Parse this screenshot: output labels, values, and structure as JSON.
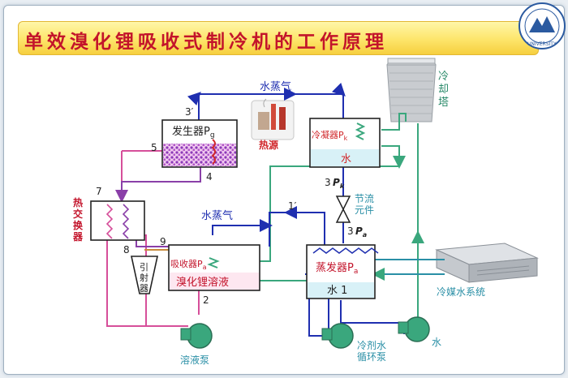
{
  "title": "单效溴化锂吸收式制冷机的工作原理",
  "labels": {
    "vapor_top": "水蒸气",
    "vapor_mid": "水蒸气",
    "generator": "发生器P",
    "generator_sub": "g",
    "condenser": "冷凝器P",
    "condenser_sub": "k",
    "condenser_water": "水",
    "heat_source": "热源",
    "cooling_tower": [
      "冷",
      "却",
      "塔"
    ],
    "throttle": [
      "节流",
      "元件"
    ],
    "heat_exchanger": [
      "热",
      "交",
      "换",
      "器"
    ],
    "ejector": [
      "引",
      "射",
      "器"
    ],
    "absorber": "吸收器P",
    "absorber_sub": "a",
    "libr_solution": "溴化锂溶液",
    "evaporator": "蒸发器P",
    "evaporator_sub": "a",
    "evaporator_water": "水 1",
    "solution_pump": "溶液泵",
    "refrigerant_pump": [
      "冷剂水",
      "循环泵"
    ],
    "chilled_water_system": "冷媒水系统",
    "cut_pump_label": "水",
    "pk": "P",
    "pk_sub": "k",
    "pa": "P",
    "pa_sub": "a"
  },
  "points": [
    "3′",
    "5",
    "4",
    "7",
    "8",
    "9",
    "2",
    "1′",
    "3",
    "3"
  ],
  "colors": {
    "title": "#c3142b",
    "blue": "#1f2fb0",
    "green": "#3aa77d",
    "pink": "#d64f9a",
    "purple": "#8a3fa8",
    "red": "#d0262a",
    "cyan": "#2a8fa6"
  }
}
